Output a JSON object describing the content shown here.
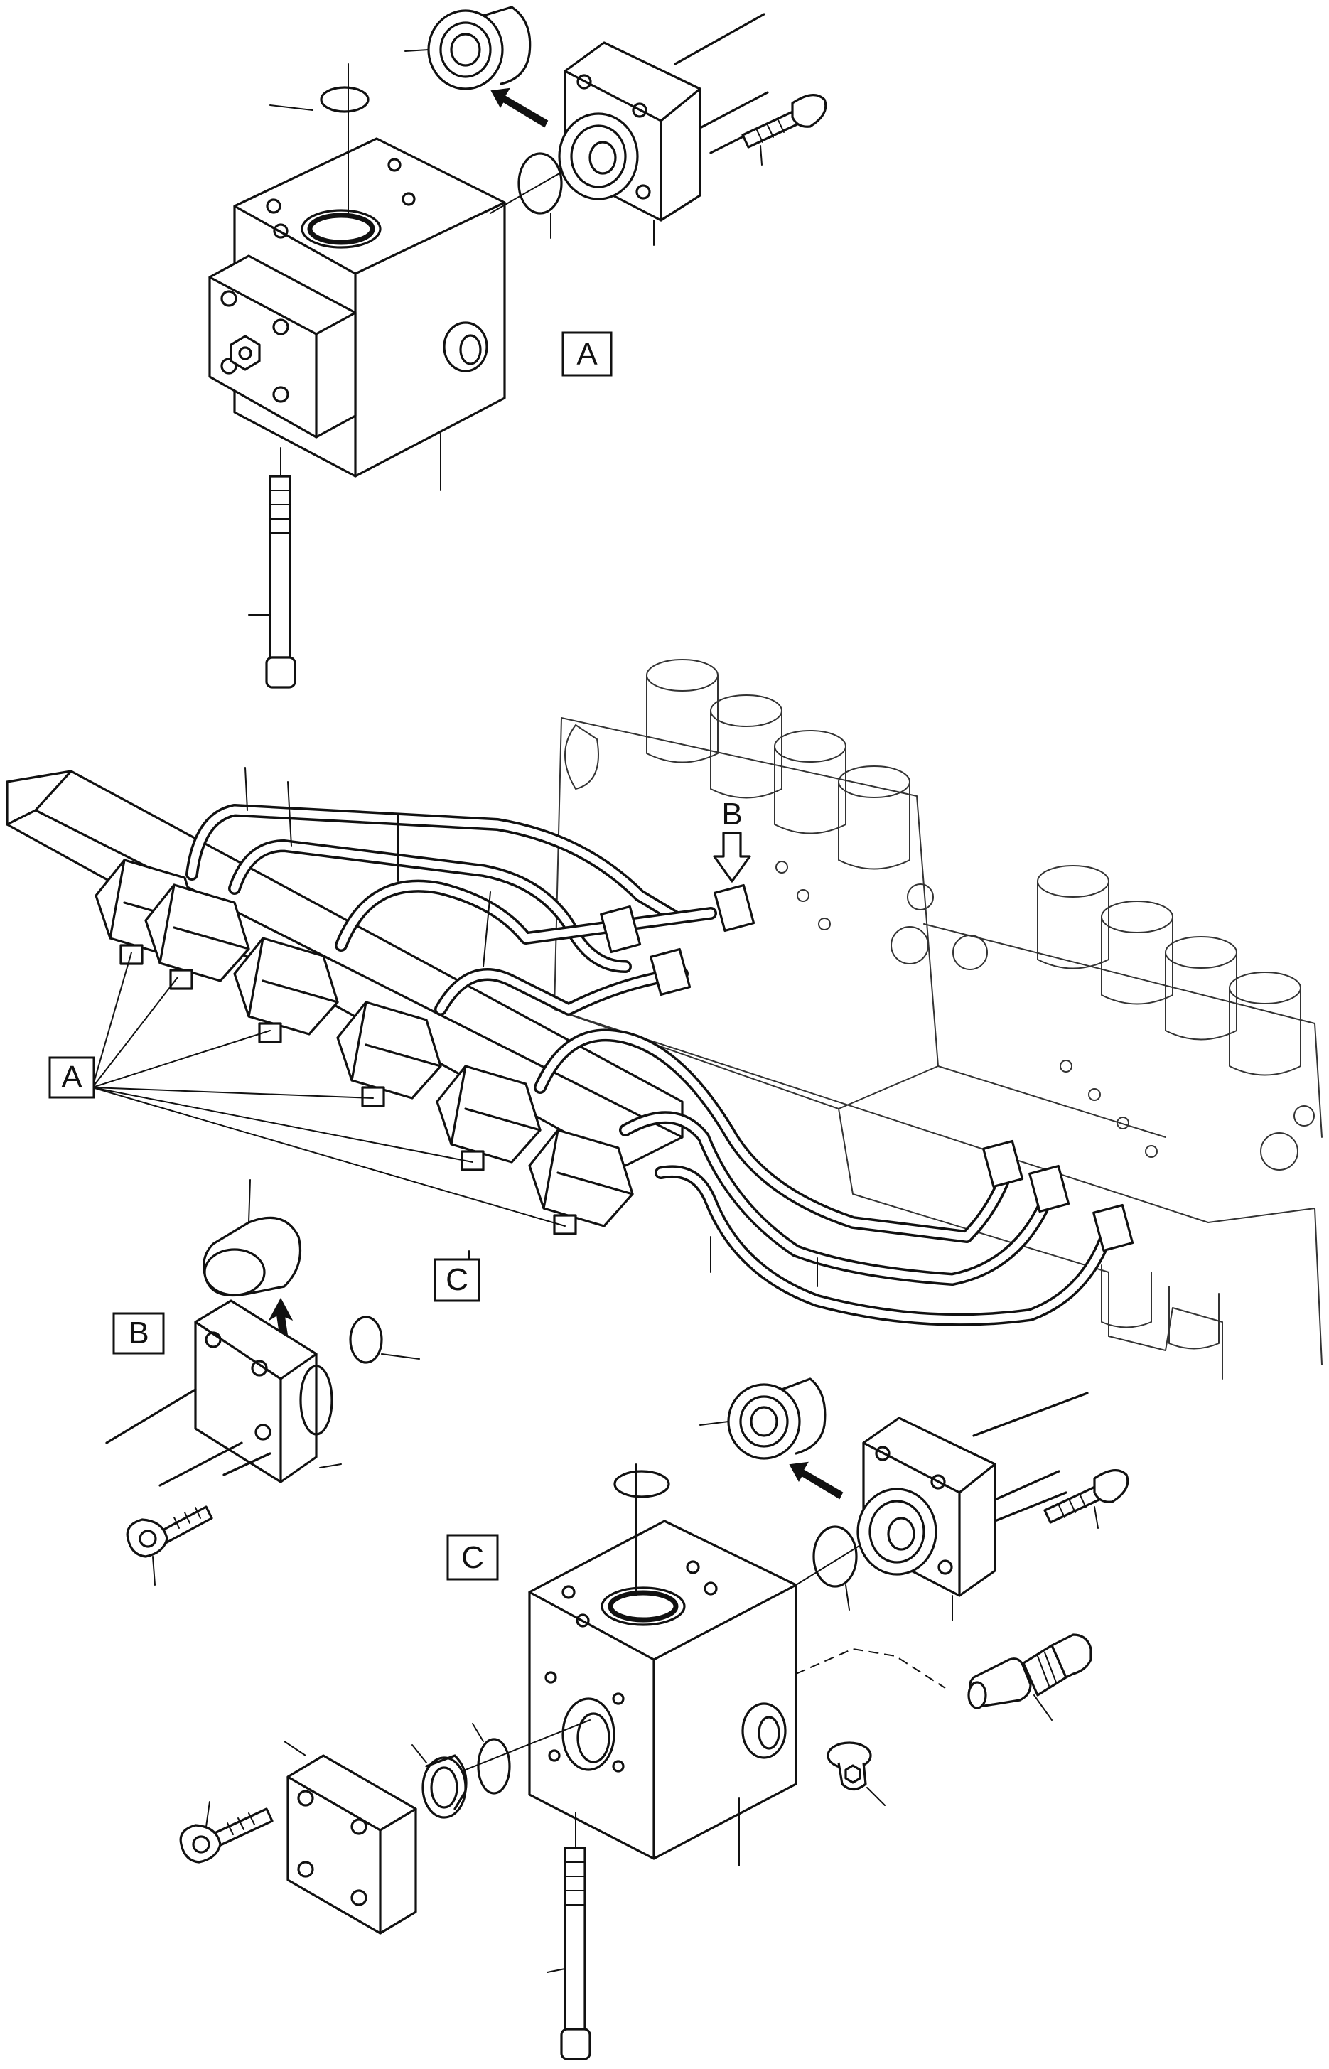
{
  "callouts": {
    "top_view": "A",
    "main_view": "A",
    "arrow_b": "B",
    "main_view_c": "C",
    "detail_b": "B",
    "detail_c": "C"
  },
  "colors": {
    "ink": "#111111",
    "paper": "#ffffff"
  }
}
